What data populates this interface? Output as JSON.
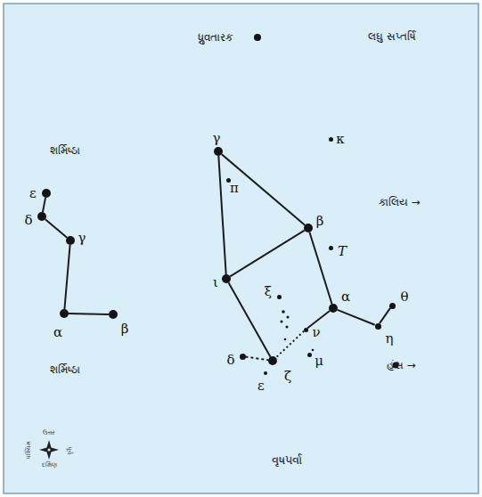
{
  "diagram": {
    "nodes": [
      {
        "text": [
          "ધ્રુવતારક"
        ]
      },
      {
        "text": [
          "γ"
        ]
      },
      {
        "text": [
          "κ"
        ]
      },
      {
        "text": [
          "π"
        ]
      },
      {
        "text": [
          "β"
        ]
      },
      {
        "text": [
          "T"
        ]
      },
      {
        "text": [
          "ι"
        ]
      },
      {
        "text": [
          "ξ"
        ]
      },
      {
        "text": [
          "α"
        ]
      },
      {
        "text": [
          "θ"
        ]
      },
      {
        "text": [
          "η"
        ]
      },
      {
        "text": [
          "ν"
        ]
      },
      {
        "text": [
          "μ"
        ]
      },
      {
        "text": [
          "δ"
        ]
      },
      {
        "text": [
          "ζ"
        ]
      },
      {
        "text": [
          "ε"
        ]
      },
      {
        "text": [
          "ε"
        ]
      },
      {
        "text": [
          "δ"
        ]
      },
      {
        "text": [
          "γ"
        ]
      },
      {
        "text": [
          "α"
        ]
      },
      {
        "text": [
          "β"
        ]
      }
    ],
    "edges": [
      {
        "from": 1,
        "to": 4,
        "arrow": "none"
      },
      {
        "from": 1,
        "to": 6,
        "arrow": "none"
      },
      {
        "from": 6,
        "to": 4,
        "arrow": "none"
      },
      {
        "from": 4,
        "to": 8,
        "arrow": "none"
      },
      {
        "from": 6,
        "to": 14,
        "arrow": "none"
      },
      {
        "from": 8,
        "to": 11,
        "arrow": "none"
      },
      {
        "from": 11,
        "to": 14,
        "arrow": "none"
      },
      {
        "from": 13,
        "to": 14,
        "arrow": "none"
      },
      {
        "from": 8,
        "to": 10,
        "arrow": "none"
      },
      {
        "from": 10,
        "to": 9,
        "arrow": "none"
      },
      {
        "from": 16,
        "to": 17,
        "arrow": "none"
      },
      {
        "from": 17,
        "to": 18,
        "arrow": "none"
      },
      {
        "from": 18,
        "to": 19,
        "arrow": "none"
      },
      {
        "from": 19,
        "to": 20,
        "arrow": "none"
      }
    ],
    "labels": [
      "લઘુ સપ્તર્ષિ",
      "શર્મિષ્ઠા",
      "શર્મિષ્ઠા",
      "કાલિય →",
      "હંસ →",
      "વૃષપર્વા",
      "ઉત્તર",
      "દક્ષિણ",
      "પશ્ચિમ",
      "પૂર્વ"
    ]
  }
}
